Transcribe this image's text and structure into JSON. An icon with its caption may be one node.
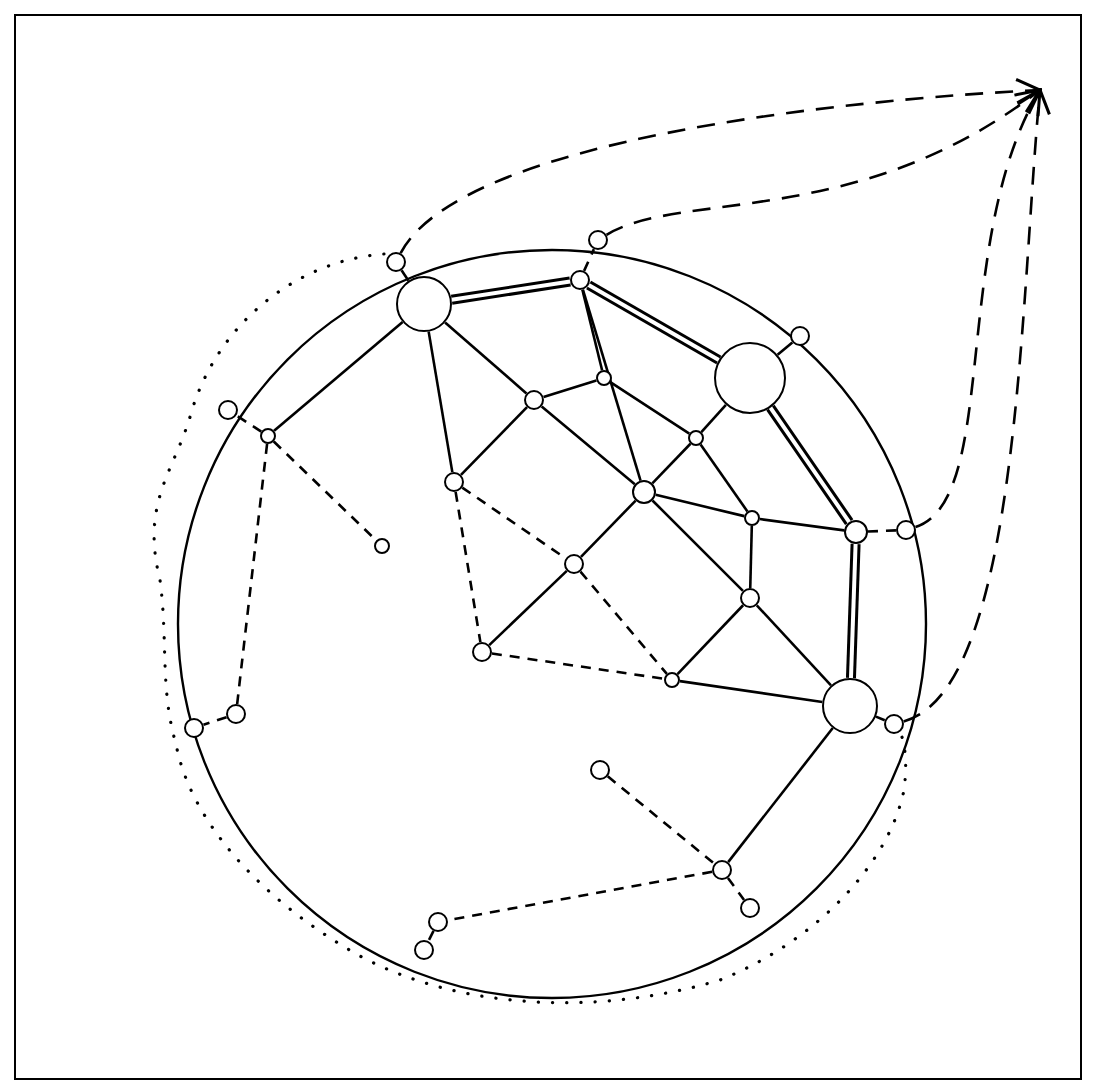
{
  "diagram": {
    "nodes": [
      {
        "text": [],
        "shape": "circle"
      },
      {
        "text": [],
        "shape": "circle"
      },
      {
        "text": [],
        "shape": "circle"
      },
      {
        "text": [],
        "shape": "circle"
      },
      {
        "text": [],
        "shape": "circle"
      },
      {
        "text": [],
        "shape": "circle"
      },
      {
        "text": [],
        "shape": "circle"
      },
      {
        "text": [],
        "shape": "circle"
      },
      {
        "text": [],
        "shape": "circle"
      },
      {
        "text": [],
        "shape": "circle"
      },
      {
        "text": [],
        "shape": "circle"
      },
      {
        "text": [],
        "shape": "circle"
      },
      {
        "text": [],
        "shape": "circle"
      },
      {
        "text": [],
        "shape": "circle"
      },
      {
        "text": [],
        "shape": "circle"
      },
      {
        "text": [],
        "shape": "circle"
      },
      {
        "text": [],
        "shape": "circle"
      },
      {
        "text": [],
        "shape": "circle"
      },
      {
        "text": [],
        "shape": "circle"
      },
      {
        "text": [],
        "shape": "circle"
      },
      {
        "text": [],
        "shape": "circle"
      },
      {
        "text": [],
        "shape": "circle"
      },
      {
        "text": [],
        "shape": "circle"
      },
      {
        "text": [],
        "shape": "circle"
      },
      {
        "text": [],
        "shape": "circle"
      },
      {
        "text": [],
        "shape": "circle"
      },
      {
        "text": [],
        "shape": "circle"
      },
      {
        "text": [],
        "shape": "circle"
      },
      {
        "text": [],
        "shape": "circle"
      },
      {
        "text": [],
        "shape": "circle"
      }
    ],
    "edges": [
      {
        "from": 0,
        "to": 1,
        "arrow": "none"
      },
      {
        "from": 0,
        "to": 2,
        "arrow": "none",
        "style": "thick"
      },
      {
        "from": 2,
        "to": 3,
        "arrow": "none",
        "style": "dashed"
      },
      {
        "from": 2,
        "to": 4,
        "arrow": "none",
        "style": "thick"
      },
      {
        "from": 4,
        "to": 5,
        "arrow": "none"
      },
      {
        "from": 4,
        "to": 11,
        "arrow": "none",
        "style": "thick"
      },
      {
        "from": 11,
        "to": 15,
        "arrow": "none",
        "style": "thick"
      },
      {
        "from": 11,
        "to": 12,
        "arrow": "none",
        "style": "dashed"
      },
      {
        "from": 0,
        "to": 20,
        "arrow": "none"
      },
      {
        "from": 0,
        "to": 7,
        "arrow": "none"
      },
      {
        "from": 0,
        "to": 19,
        "arrow": "none"
      },
      {
        "from": 7,
        "to": 19,
        "arrow": "none"
      },
      {
        "from": 7,
        "to": 6,
        "arrow": "none"
      },
      {
        "from": 7,
        "to": 9,
        "arrow": "none"
      },
      {
        "from": 2,
        "to": 6,
        "arrow": "none"
      },
      {
        "from": 2,
        "to": 9,
        "arrow": "none"
      },
      {
        "from": 6,
        "to": 8,
        "arrow": "none"
      },
      {
        "from": 8,
        "to": 4,
        "arrow": "none"
      },
      {
        "from": 8,
        "to": 9,
        "arrow": "none"
      },
      {
        "from": 8,
        "to": 10,
        "arrow": "none"
      },
      {
        "from": 9,
        "to": 10,
        "arrow": "none"
      },
      {
        "from": 9,
        "to": 13,
        "arrow": "none"
      },
      {
        "from": 9,
        "to": 14,
        "arrow": "none"
      },
      {
        "from": 10,
        "to": 11,
        "arrow": "none"
      },
      {
        "from": 10,
        "to": 14,
        "arrow": "none"
      },
      {
        "from": 14,
        "to": 15,
        "arrow": "none"
      },
      {
        "from": 14,
        "to": 17,
        "arrow": "none"
      },
      {
        "from": 13,
        "to": 17,
        "arrow": "none",
        "style": "dashed"
      },
      {
        "from": 13,
        "to": 18,
        "arrow": "none"
      },
      {
        "from": 19,
        "to": 18,
        "arrow": "none",
        "style": "dashed"
      },
      {
        "from": 19,
        "to": 13,
        "arrow": "none",
        "style": "dashed"
      },
      {
        "from": 18,
        "to": 17,
        "arrow": "none",
        "style": "dashed"
      },
      {
        "from": 17,
        "to": 15,
        "arrow": "none"
      },
      {
        "from": 15,
        "to": 16,
        "arrow": "none"
      },
      {
        "from": 15,
        "to": 26,
        "arrow": "none"
      },
      {
        "from": 25,
        "to": 26,
        "arrow": "none",
        "style": "dashed"
      },
      {
        "from": 26,
        "to": 27,
        "arrow": "none",
        "style": "dashed"
      },
      {
        "from": 26,
        "to": 28,
        "arrow": "none",
        "style": "dashed"
      },
      {
        "from": 28,
        "to": 29,
        "arrow": "none",
        "style": "dashed"
      },
      {
        "from": 20,
        "to": 21,
        "arrow": "none",
        "style": "dashed"
      },
      {
        "from": 20,
        "to": 22,
        "arrow": "none",
        "style": "dashed"
      },
      {
        "from": 20,
        "to": 23,
        "arrow": "none",
        "style": "dashed"
      },
      {
        "from": 23,
        "to": 24,
        "arrow": "none",
        "style": "dashed"
      },
      {
        "from": 1,
        "to": null,
        "arrow": "to",
        "style": "dashed"
      },
      {
        "from": 3,
        "to": null,
        "arrow": "to",
        "style": "dashed"
      },
      {
        "from": 12,
        "to": null,
        "arrow": "to",
        "style": "dashed"
      },
      {
        "from": 16,
        "to": null,
        "arrow": "to",
        "style": "dashed"
      }
    ]
  }
}
